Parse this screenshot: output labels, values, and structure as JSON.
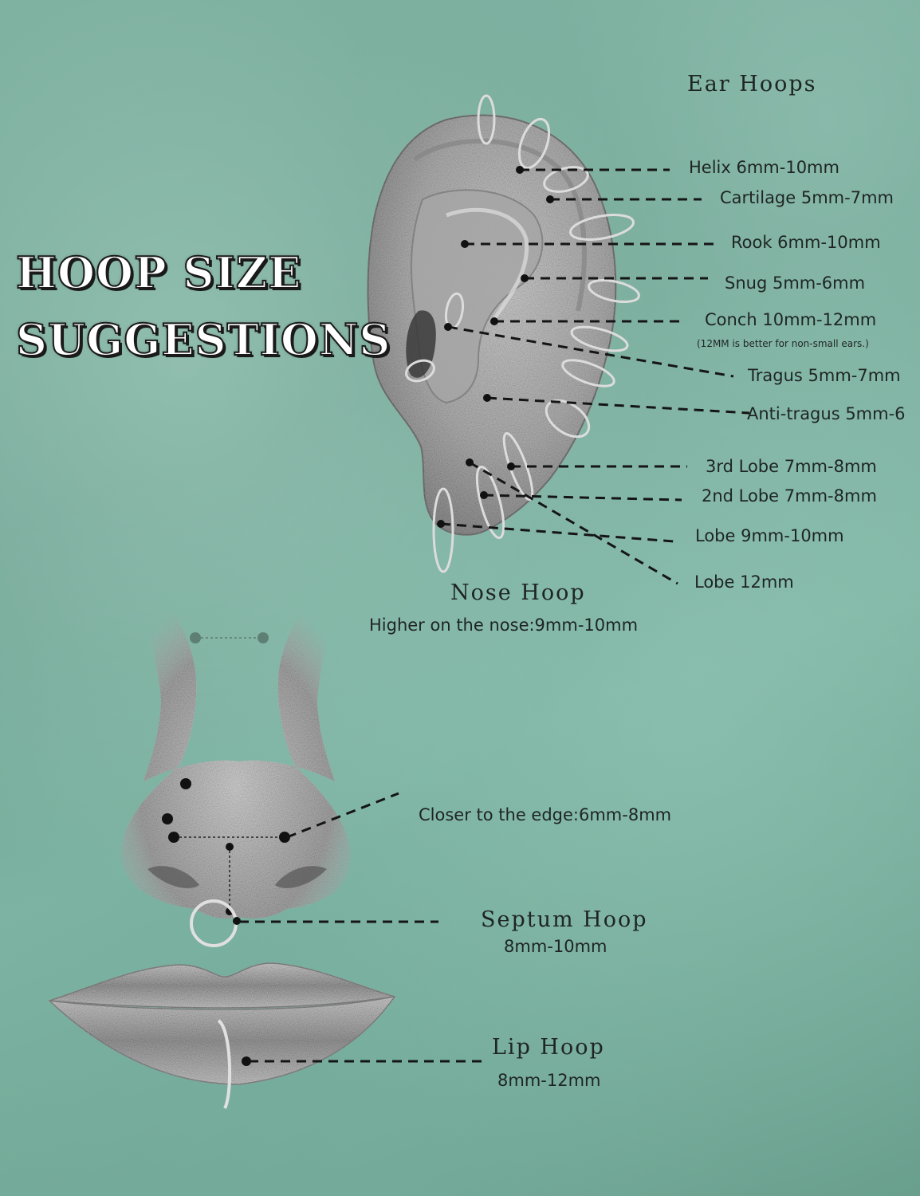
{
  "title": {
    "line1": "HOOP SIZE",
    "line2": "SUGGESTIONS"
  },
  "ear": {
    "heading": "Ear Hoops",
    "labels": [
      {
        "name": "helix",
        "text": "Helix 6mm-10mm"
      },
      {
        "name": "cartilage",
        "text": "Cartilage 5mm-7mm"
      },
      {
        "name": "rook",
        "text": "Rook 6mm-10mm"
      },
      {
        "name": "snug",
        "text": "Snug 5mm-6mm"
      },
      {
        "name": "conch",
        "text": "Conch 10mm-12mm"
      },
      {
        "name": "tragus",
        "text": "Tragus 5mm-7mm"
      },
      {
        "name": "anti-tragus",
        "text": "Anti-tragus 5mm-6"
      },
      {
        "name": "3rd-lobe",
        "text": "3rd Lobe 7mm-8mm"
      },
      {
        "name": "2nd-lobe",
        "text": "2nd Lobe 7mm-8mm"
      },
      {
        "name": "lobe",
        "text": "Lobe 9mm-10mm"
      },
      {
        "name": "lobe-12",
        "text": "Lobe 12mm"
      }
    ],
    "conch_note": "(12MM is better for non-small ears.)"
  },
  "nose": {
    "heading": "Nose Hoop",
    "higher": "Higher on the nose:9mm-10mm",
    "edge": "Closer to the edge:6mm-8mm"
  },
  "septum": {
    "heading": "Septum Hoop",
    "size": "8mm-10mm"
  },
  "lip": {
    "heading": "Lip Hoop",
    "size": "8mm-12mm"
  },
  "colors": {
    "background": "#75a998",
    "text": "#1e2523",
    "title_fill": "#ffffff",
    "title_outline": "#1a1a1a"
  }
}
